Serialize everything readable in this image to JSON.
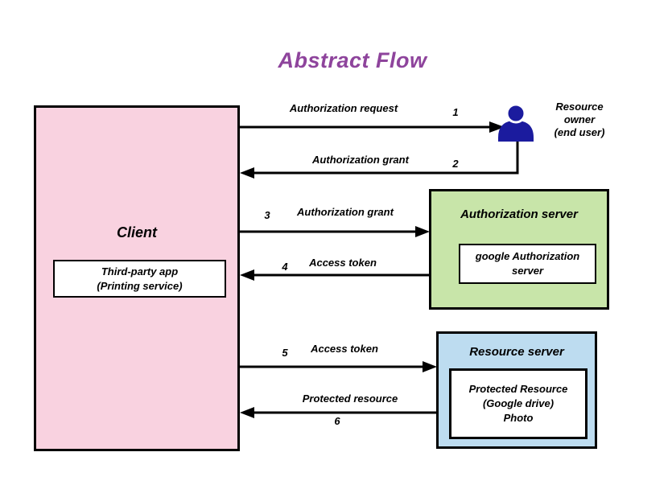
{
  "title": "Abstract Flow",
  "colors": {
    "title_color": "#8e449c",
    "client_fill": "#f9d2e0",
    "auth_fill": "#c8e5a9",
    "resource_fill": "#bddcf0",
    "person": "#1b1b9e",
    "line": "#000000"
  },
  "client": {
    "label": "Client",
    "inner": [
      "Third-party app",
      "(Printing service)"
    ]
  },
  "resource_owner": {
    "lines": [
      "Resource",
      "owner",
      "(end user)"
    ]
  },
  "authorization_server": {
    "label": "Authorization server",
    "inner": [
      "google Authorization",
      "server"
    ]
  },
  "resource_server": {
    "label": "Resource server",
    "inner": [
      "Protected Resource",
      "(Google drive)",
      "Photo"
    ]
  },
  "flows": [
    {
      "step": "1",
      "label": "Authorization request",
      "from": "client",
      "to": "resource-owner"
    },
    {
      "step": "2",
      "label": "Authorization grant",
      "from": "resource-owner",
      "to": "client"
    },
    {
      "step": "3",
      "label": "Authorization grant",
      "from": "client",
      "to": "authorization-server"
    },
    {
      "step": "4",
      "label": "Access token",
      "from": "authorization-server",
      "to": "client"
    },
    {
      "step": "5",
      "label": "Access token",
      "from": "client",
      "to": "resource-server"
    },
    {
      "step": "6",
      "label": "Protected resource",
      "from": "resource-server",
      "to": "client"
    }
  ]
}
